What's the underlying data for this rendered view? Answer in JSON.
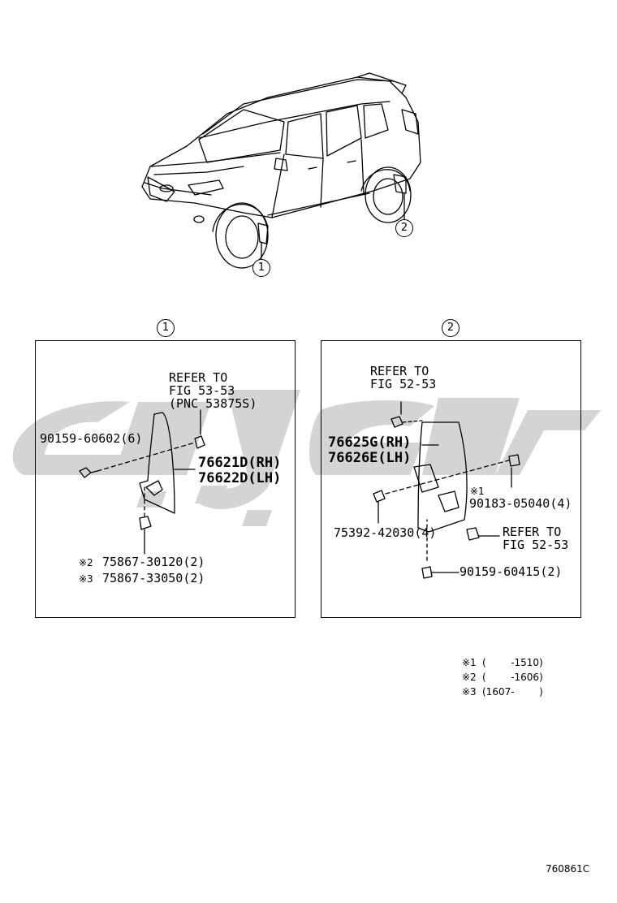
{
  "callouts": {
    "one": "1",
    "two": "2"
  },
  "panel1": {
    "refer_line1": "REFER TO",
    "refer_line2": "FIG 53-53",
    "refer_line3": "(PNC 53875S)",
    "bolt": "90159-60602(6)",
    "flap_rh": "76621D(RH)",
    "flap_lh": "76622D(LH)",
    "clip_a_mark": "※2",
    "clip_a": "75867-30120(2)",
    "clip_b_mark": "※3",
    "clip_b": "75867-33050(2)"
  },
  "panel2": {
    "refer_top_line1": "REFER TO",
    "refer_top_line2": "FIG 52-53",
    "flap_rh": "76625G(RH)",
    "flap_lh": "76626E(LH)",
    "nut_mark": "※1",
    "nut": "90183-05040(4)",
    "screw": "75392-42030(4)",
    "refer_bottom_line1": "REFER TO",
    "refer_bottom_line2": "FIG 52-53",
    "bolt": "90159-60415(2)"
  },
  "legend": [
    {
      "mark": "※1",
      "range": "(        -1510)"
    },
    {
      "mark": "※2",
      "range": "(        -1606)"
    },
    {
      "mark": "※3",
      "range": "(1607-        )"
    }
  ],
  "figure_code": "760861C",
  "colors": {
    "line": "#000000",
    "watermark": "#c8c8c8"
  }
}
